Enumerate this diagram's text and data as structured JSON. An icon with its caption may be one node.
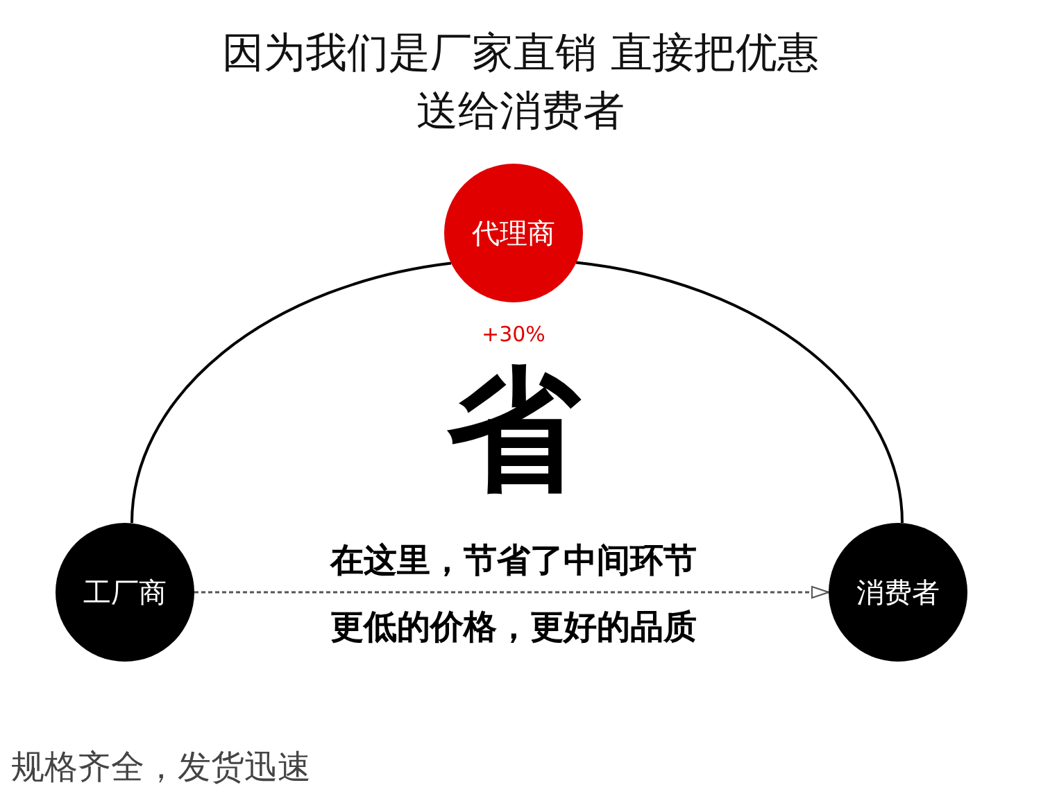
{
  "diagram": {
    "title": "因为我们是厂家直销 直接把优惠送给消费者",
    "nodes": [
      {
        "text": [
          "代理商"
        ],
        "beside": [
          "+30%"
        ]
      },
      {
        "text": [
          "工厂商"
        ]
      },
      {
        "text": [
          "消费者"
        ]
      }
    ],
    "edges": [
      {
        "from": 1,
        "to": 0,
        "arrow": "none"
      },
      {
        "from": 0,
        "to": 2,
        "arrow": "none"
      },
      {
        "from": 1,
        "to": 2,
        "arrow": "to",
        "style": "dashed",
        "color": "#555555"
      }
    ],
    "labels": [
      "省",
      "在这里，节省了中间环节",
      "更低的价格，更好的品质",
      "规格齐全，发货迅速"
    ]
  }
}
